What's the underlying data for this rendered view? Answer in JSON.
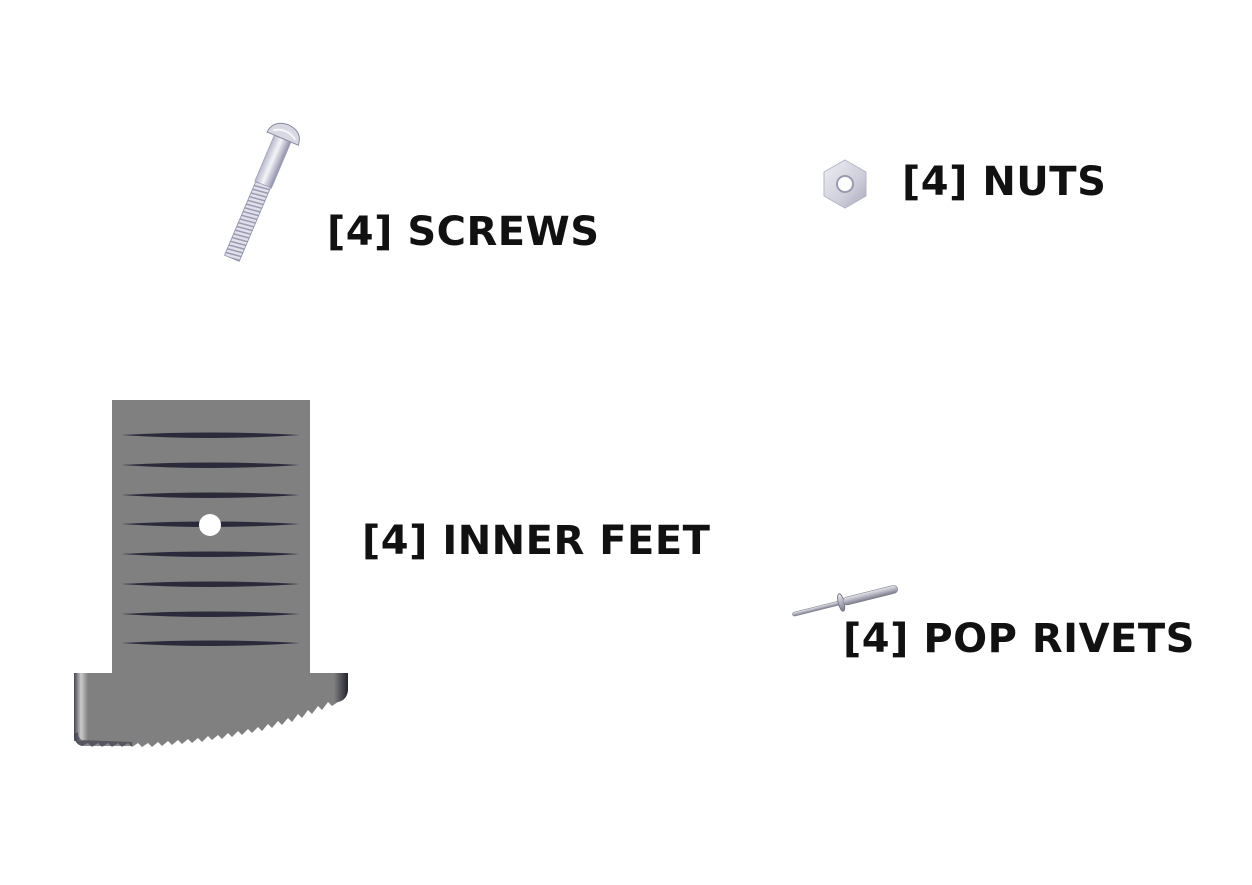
{
  "parts": [
    {
      "id": "screws",
      "qty": "[4]",
      "name": "SCREWS",
      "label": "[4] SCREWS"
    },
    {
      "id": "nuts",
      "qty": "[4]",
      "name": "NUTS",
      "label": "[4] NUTS"
    },
    {
      "id": "inner-feet",
      "qty": "[4]",
      "name": "INNER FEET",
      "label": "[4] INNER FEET"
    },
    {
      "id": "pop-rivets",
      "qty": "[4]",
      "name": "POP RIVETS",
      "label": "[4] POP RIVETS"
    }
  ],
  "colors": {
    "background": "#ffffff",
    "label_text": "#111111",
    "foot_body": "#808080",
    "foot_slot": "#2a2a3a",
    "metal_light": "#e4e4ec",
    "metal_shadow": "#9a9ab0"
  },
  "icons": {
    "screw": "screw-icon",
    "nut": "hex-nut-icon",
    "foot": "inner-foot-icon",
    "rivet": "pop-rivet-icon"
  }
}
